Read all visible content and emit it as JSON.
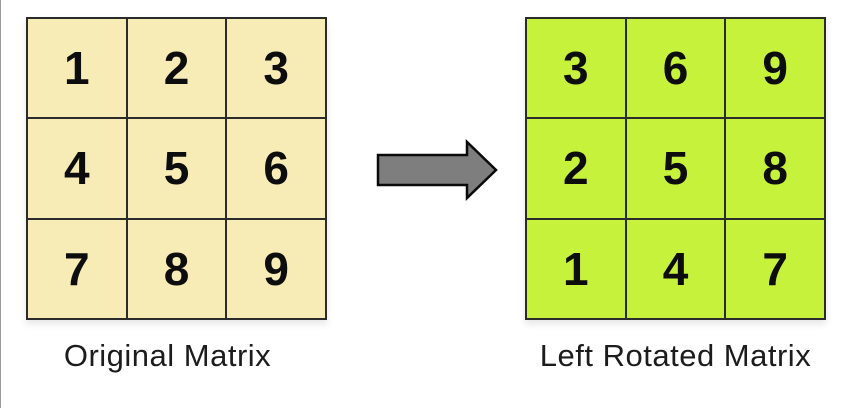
{
  "colors": {
    "original-cell": "#F8ECB6",
    "rotated-cell": "#C6F23C",
    "line-color": "#2b2b2b",
    "arrow-fill": "#7e7e7e",
    "arrow-outline": "#0a0a0a"
  },
  "original": {
    "label": "Original Matrix",
    "rows": [
      [
        "1",
        "2",
        "3"
      ],
      [
        "4",
        "5",
        "6"
      ],
      [
        "7",
        "8",
        "9"
      ]
    ]
  },
  "rotated": {
    "label": "Left Rotated Matrix",
    "rows": [
      [
        "3",
        "6",
        "9"
      ],
      [
        "2",
        "5",
        "8"
      ],
      [
        "1",
        "4",
        "7"
      ]
    ]
  },
  "arrow": {
    "name": "right-arrow",
    "direction": "right"
  }
}
